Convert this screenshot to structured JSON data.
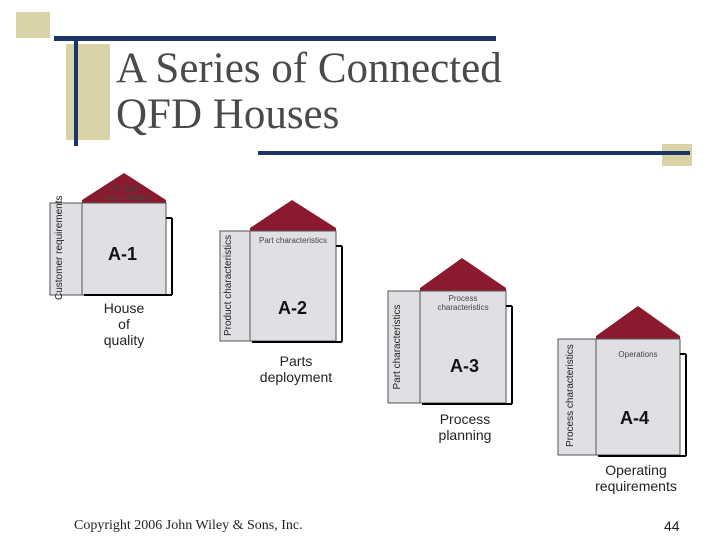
{
  "title_line1": "A Series of Connected",
  "title_line2": "QFD Houses",
  "houses": [
    {
      "id": "A-1",
      "roof": "Product characteristics",
      "side": "Customer requirements",
      "caption": "House of quality"
    },
    {
      "id": "A-2",
      "roof": "Part characteristics",
      "side": "Product characteristics",
      "caption": "Parts deployment"
    },
    {
      "id": "A-3",
      "roof": "Process characteristics",
      "side": "Part characteristics",
      "caption": "Process planning"
    },
    {
      "id": "A-4",
      "roof": "Operations",
      "side": "Process characteristics",
      "caption": "Operating requirements"
    }
  ],
  "colors": {
    "roof": "#8b1a2f",
    "wall": "#dfe0e3",
    "bar_dark": "#1d3564",
    "bar_tan": "#d8d2a6"
  },
  "footer": {
    "copyright": "Copyright 2006 John Wiley & Sons, Inc.",
    "page_number": "44"
  }
}
